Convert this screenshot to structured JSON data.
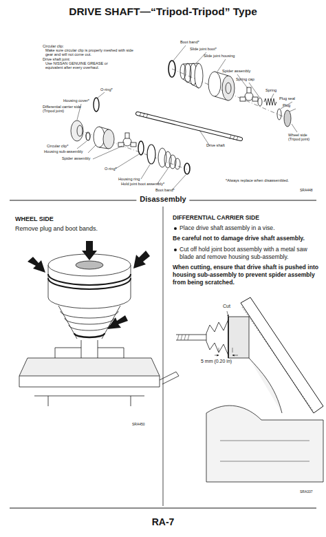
{
  "diagram": {
    "title": "DRIVE SHAFT—“Tripod-Tripod” Type",
    "labels": [
      "Circular clip:",
      "Make sure circular clip is properly meshed with side gear and will not come out.",
      "Drive shaft joint:",
      "Use NISSAN GENUINE GREASE or equivalent after every overhaul.",
      "Boot band*",
      "Slide joint boot*",
      "Slide joint housing",
      "Spider assembly",
      "Spring cap",
      "Spring",
      "Plug seal",
      "Plug",
      "Wheel side (Tripod joint)",
      "O-ring*",
      "Housing cover*",
      "Differential carrier side (Tripod joint)",
      "Drive shaft",
      "Circular clip*",
      "Housing sub-assembly",
      "Spider assembly",
      "O-ring*",
      "Housing ring",
      "Hold joint boot assembly*",
      "Boot band*",
      "*Always replace when disassembled.",
      "SRA448",
      "Disassembly",
      "WHEEL SIDE",
      "Remove plug and boot bands.",
      "SRA450",
      "DIFFERENTIAL CARRIER SIDE",
      "Place drive shaft assembly in a vise.",
      "Be careful not to damage drive shaft assembly.",
      "Cut off hold joint boot assembly with a metal saw blade and remove housing sub-assembly.",
      "When cutting, ensure that drive shaft is pushed into housing sub-assembly to prevent spider assembly from being scratched.",
      "Cut",
      "5 mm (0.20 in)",
      "SRA337",
      "RA-7"
    ]
  }
}
